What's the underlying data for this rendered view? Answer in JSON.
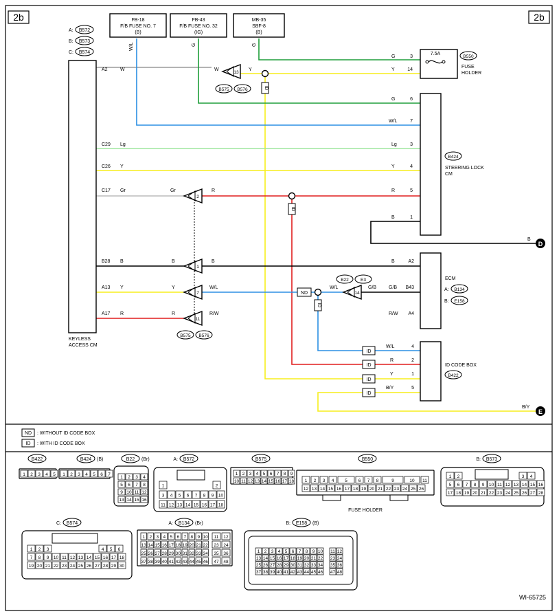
{
  "page_label": "2b",
  "fuse_boxes": [
    {
      "code": "FB-18",
      "name": "F/B FUSE NO. 7",
      "color": "(B)"
    },
    {
      "code": "FB-43",
      "name": "F/B FUSE NO. 32",
      "color": "(IG)"
    },
    {
      "code": "MB-35",
      "name": "SBF-8",
      "color": "(B)"
    }
  ],
  "keyless": {
    "connectors": [
      {
        "prefix": "A:",
        "code": "B572"
      },
      {
        "prefix": "B:",
        "code": "B573"
      },
      {
        "prefix": "C:",
        "code": "B574"
      }
    ],
    "label_line1": "KEYLESS",
    "label_line2": "ACCESS CM",
    "pins": [
      {
        "pin": "A2",
        "wire": "W"
      },
      {
        "pin": "C29",
        "wire": "Lg"
      },
      {
        "pin": "C26",
        "wire": "Y"
      },
      {
        "pin": "C17",
        "wire": "Gr"
      },
      {
        "pin": "B28",
        "wire": "B"
      },
      {
        "pin": "A13",
        "wire": "Y"
      },
      {
        "pin": "A17",
        "wire": "R"
      }
    ]
  },
  "fuse_holder": {
    "rating": "7.5A",
    "connector": "B550",
    "label_line1": "FUSE",
    "label_line2": "HOLDER",
    "pins": [
      {
        "wire": "G",
        "pin": "3"
      },
      {
        "wire": "Y",
        "pin": "14"
      }
    ]
  },
  "steering_lock": {
    "connector": "B424",
    "label_line1": "STEERING LOCK",
    "label_line2": "CM",
    "pins": [
      {
        "wire": "G",
        "pin": "6"
      },
      {
        "wire": "W/L",
        "pin": "7"
      },
      {
        "wire": "Lg",
        "pin": "3"
      },
      {
        "wire": "Y",
        "pin": "4"
      },
      {
        "wire": "R",
        "pin": "5"
      },
      {
        "wire": "B",
        "pin": "1"
      }
    ]
  },
  "ecm": {
    "label": "ECM",
    "connectors": [
      {
        "prefix": "A:",
        "code": "B134"
      },
      {
        "prefix": "B:",
        "code": "E158"
      }
    ],
    "pins": [
      {
        "wire": "B",
        "pin": "A2"
      },
      {
        "wire": "G/B",
        "pin": "B43"
      },
      {
        "wire": "R/W",
        "pin": "A4"
      }
    ]
  },
  "id_code_box": {
    "label": "ID CODE BOX",
    "connector": "B422",
    "pins": [
      {
        "wire": "W/L",
        "pin": "4"
      },
      {
        "wire": "R",
        "pin": "2"
      },
      {
        "wire": "Y",
        "pin": "1"
      },
      {
        "wire": "B/Y",
        "pin": "5"
      }
    ]
  },
  "joint_top": {
    "wire_in": "W",
    "pin": "13",
    "wire_out": "Y",
    "connectors": [
      "B575",
      "B576"
    ]
  },
  "joint_mid": {
    "rows": [
      {
        "wire_left": "Gr",
        "pin": "2",
        "wire_right": "R"
      },
      {
        "wire_left": "B",
        "pin": "1",
        "wire_right": "B"
      },
      {
        "wire_left": "Y",
        "pin": "7",
        "wire_right": "W/L"
      },
      {
        "wire_left": "R",
        "pin": "11",
        "wire_right": "R/W"
      }
    ],
    "connectors": [
      "B575",
      "B576"
    ]
  },
  "joint_ecm": {
    "wire_left": "W/L",
    "pin": "14",
    "wire_right": "G/B",
    "connectors": [
      "B22",
      "E3"
    ]
  },
  "ground_refs": [
    {
      "wire": "B",
      "letter": "D"
    },
    {
      "wire": "B/Y",
      "letter": "E"
    }
  ],
  "tags": {
    "id": "ID",
    "nd": "ND"
  },
  "legend": [
    {
      "tag": "ND",
      "text": ": WITHOUT ID CODE BOX"
    },
    {
      "tag": "ID",
      "text": ": WITH ID CODE BOX"
    }
  ],
  "connector_views": [
    {
      "id": "b422",
      "prefix": "",
      "code": "B422",
      "suffix": "",
      "rows": [
        [
          "1",
          "2",
          "3",
          "4",
          "5"
        ]
      ]
    },
    {
      "id": "b424",
      "prefix": "",
      "code": "B424",
      "suffix": "(B)",
      "rows": [
        [
          "1",
          "2",
          "3",
          "4",
          "5",
          "6",
          "7"
        ]
      ]
    },
    {
      "id": "b22",
      "prefix": "",
      "code": "B22",
      "suffix": "(Br)",
      "rows": [
        [
          "1",
          "2",
          "3",
          "4"
        ],
        [
          "5",
          "6",
          "7",
          "8"
        ],
        [
          "9",
          "10",
          "11",
          "12"
        ],
        [
          "13",
          "14",
          "15",
          "16"
        ]
      ]
    },
    {
      "id": "b572",
      "prefix": "A:",
      "code": "B572",
      "suffix": "",
      "rows": [
        [
          "1",
          "",
          "2"
        ],
        [
          "3",
          "4",
          "5",
          "6",
          "7",
          "8",
          "9",
          "10"
        ],
        [
          "11",
          "12",
          "13",
          "14",
          "15",
          "16",
          "17",
          "18"
        ]
      ]
    },
    {
      "id": "b575",
      "prefix": "",
      "code": "B575",
      "suffix": "",
      "rows": [
        [
          "1",
          "2",
          "3",
          "4",
          "5",
          "6",
          "7",
          "8",
          "9"
        ],
        [
          "10",
          "11",
          "12",
          "13",
          "14",
          "15",
          "16",
          "17",
          "18"
        ]
      ]
    },
    {
      "id": "b550",
      "prefix": "",
      "code": "B550",
      "suffix": "",
      "caption": "FUSE HOLDER",
      "rows": [
        [
          "1",
          "2",
          "3",
          "4",
          "5",
          "6",
          "7",
          "8",
          "9",
          "10",
          "11"
        ],
        [
          "12",
          "13",
          "14",
          "15",
          "16",
          "17",
          "18",
          "19",
          "20",
          "21",
          "22",
          "23",
          "24",
          "25",
          "26"
        ]
      ]
    },
    {
      "id": "b573",
      "prefix": "B:",
      "code": "B573",
      "suffix": "",
      "rows": [
        [
          "1",
          "2",
          "3",
          "4"
        ],
        [
          "5",
          "6",
          "7",
          "8",
          "9",
          "10",
          "11",
          "12",
          "13",
          "14",
          "15",
          "16"
        ],
        [
          "17",
          "18",
          "19",
          "20",
          "21",
          "22",
          "23",
          "24",
          "25",
          "26",
          "27",
          "28"
        ]
      ]
    },
    {
      "id": "b574",
      "prefix": "C:",
      "code": "B574",
      "suffix": "",
      "rows": [
        [
          "1",
          "2",
          "3",
          "4",
          "5",
          "6"
        ],
        [
          "7",
          "8",
          "9",
          "10",
          "11",
          "12",
          "13",
          "14",
          "15",
          "16",
          "17",
          "18"
        ],
        [
          "19",
          "20",
          "21",
          "22",
          "23",
          "24",
          "25",
          "26",
          "27",
          "28",
          "29",
          "30"
        ]
      ]
    },
    {
      "id": "b134",
      "prefix": "A:",
      "code": "B134",
      "suffix": "(Br)",
      "rows": [
        [
          "1",
          "2",
          "3",
          "4",
          "5",
          "6",
          "7",
          "8",
          "9",
          "10",
          "11",
          "12"
        ],
        [
          "13",
          "14",
          "15",
          "16",
          "17",
          "18",
          "19",
          "20",
          "21",
          "22",
          "23",
          "24"
        ],
        [
          "25",
          "26",
          "27",
          "28",
          "29",
          "30",
          "31",
          "32",
          "33",
          "34",
          "35",
          "36"
        ],
        [
          "37",
          "38",
          "39",
          "40",
          "41",
          "42",
          "43",
          "44",
          "45",
          "46",
          "47",
          "48"
        ]
      ]
    },
    {
      "id": "e158",
      "prefix": "B:",
      "code": "E158",
      "suffix": "(B)",
      "rows": [
        [
          "1",
          "2",
          "3",
          "4",
          "5",
          "6",
          "7",
          "8",
          "9",
          "10",
          "11",
          "12"
        ],
        [
          "13",
          "14",
          "15",
          "16",
          "17",
          "18",
          "19",
          "20",
          "21",
          "22",
          "23",
          "24"
        ],
        [
          "25",
          "26",
          "27",
          "28",
          "29",
          "30",
          "31",
          "32",
          "33",
          "34",
          "35",
          "36"
        ],
        [
          "37",
          "38",
          "39",
          "40",
          "41",
          "42",
          "43",
          "44",
          "45",
          "46",
          "47",
          "48"
        ]
      ]
    }
  ],
  "figure_id": "WI-65725",
  "colors": {
    "G": "#1f9e3a",
    "W": "#9a9a9a",
    "Y": "#f7ee1c",
    "W/L": "#2b8fe3",
    "Lg": "#9fe69f",
    "Gr": "#bcbcbc",
    "R": "#e11d1d",
    "B": "#000000",
    "B/Y": "#f7ee1c"
  }
}
